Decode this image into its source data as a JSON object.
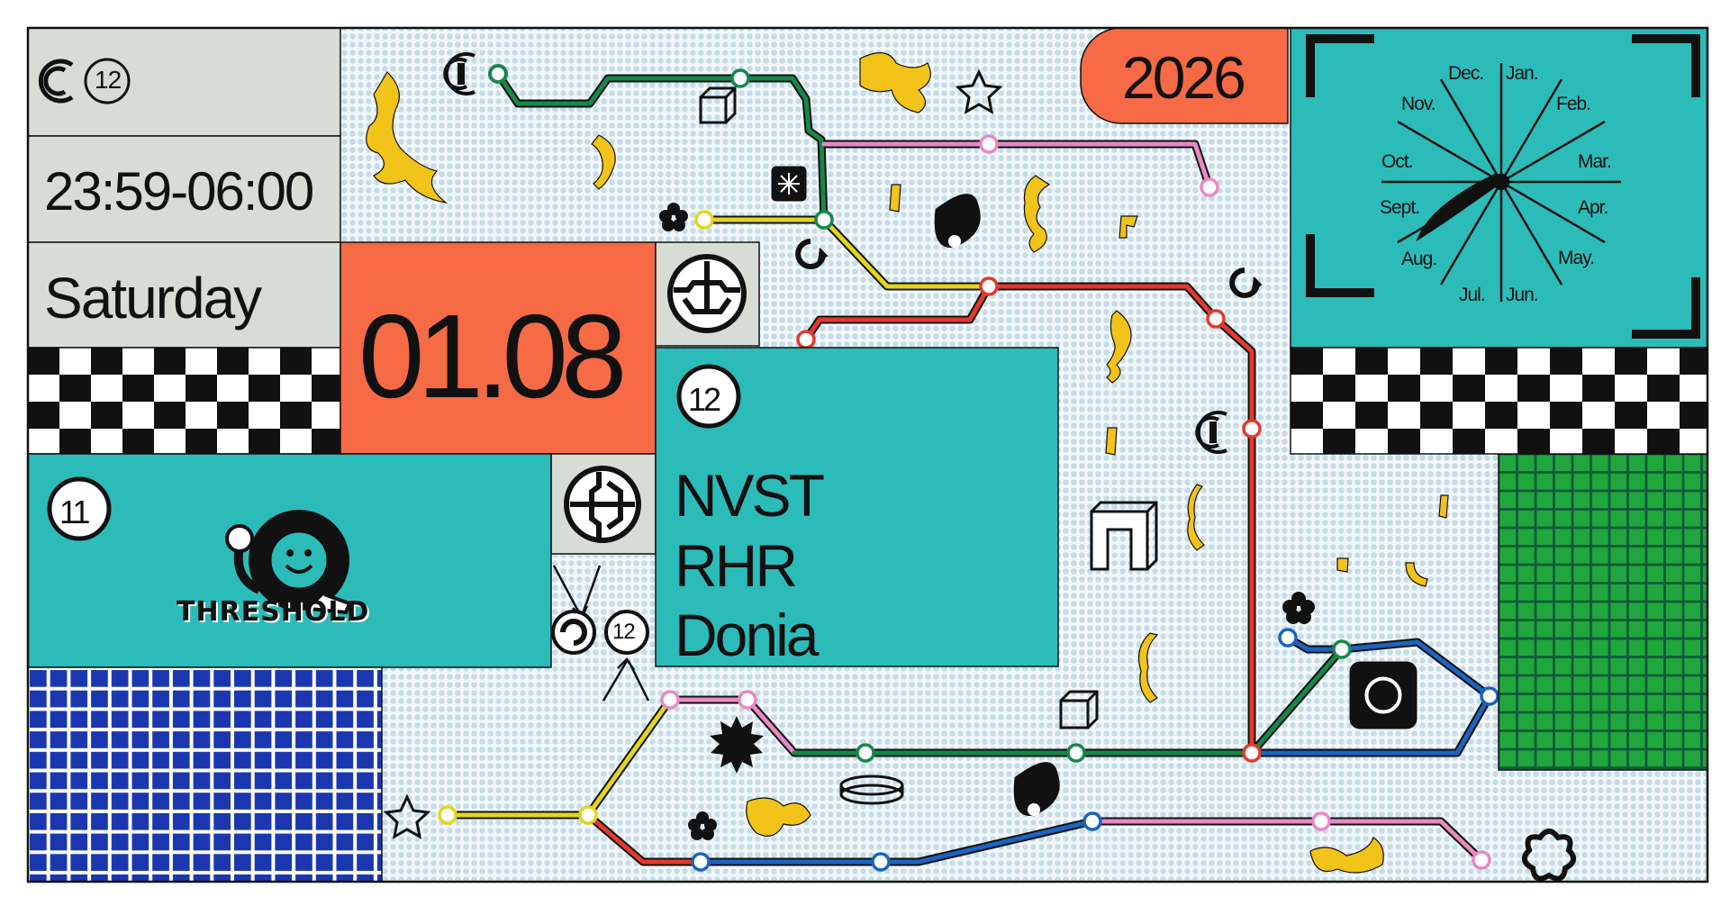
{
  "header": {
    "logo_number": "12",
    "time_range": "23:59-06:00",
    "weekday": "Saturday",
    "date": "01.08",
    "year": "2026"
  },
  "stage_11": {
    "number": "11",
    "logo_text": "THRESHOLD"
  },
  "stage_12": {
    "number": "12",
    "artists": [
      "NVST",
      "RHR",
      "Donia"
    ]
  },
  "connector_badge": "12",
  "clock": {
    "months": [
      "Dec.",
      "Jan.",
      "Feb.",
      "Mar.",
      "Apr.",
      "May.",
      "Jun.",
      "Jul.",
      "Aug.",
      "Sept.",
      "Oct.",
      "Nov."
    ],
    "highlighted_month": "Aug."
  },
  "colors": {
    "background_dots": "#c6dce8",
    "panel_grey": "#d7ddd4",
    "orange": "#f66a45",
    "teal": "#2bbcb9",
    "blue_grid": "#1b37b0",
    "green_grid": "#1fa63c",
    "yellow_blobs": "#f2c318",
    "line_green": "#15884a",
    "line_pink": "#e889c5",
    "line_yellow": "#e2d61c",
    "line_red": "#e23a2c",
    "line_blue": "#1b64c0"
  },
  "icons": [
    "c-logo-icon",
    "cube-icon",
    "star-icon",
    "asterisk-icon",
    "flower-icon",
    "refresh-arrow-icon",
    "drop-icon",
    "arch-icon",
    "camera-icon",
    "burst-icon",
    "ring-icon",
    "smiley-mascot-icon",
    "gear-circle-icon"
  ]
}
